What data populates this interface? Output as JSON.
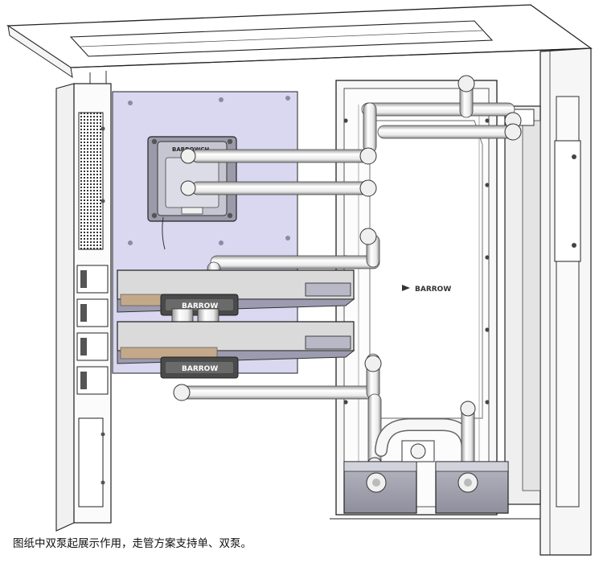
{
  "diagram": {
    "caption": "图纸中双泵起展示作用，走管方案支持单、双泵。",
    "block_brand": "BARROWCH",
    "gpu_block_brand": "BARROW",
    "reservoir_brand": "BARROW"
  }
}
